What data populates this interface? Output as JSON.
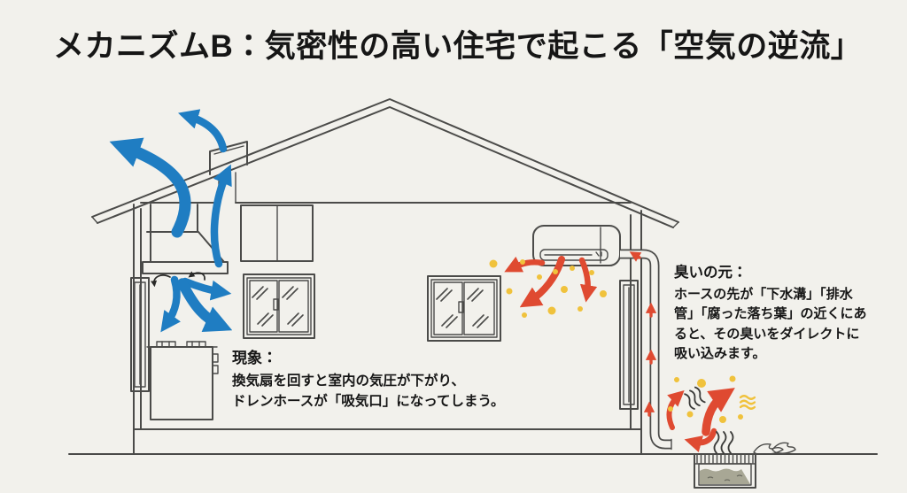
{
  "title": "メカニズムB：気密性の高い住宅で起こる「空気の逆流」",
  "annotations": {
    "phenomenon": {
      "heading": "現象：",
      "line1": "換気扇を回すと室内の気圧が下がり、",
      "line2": "ドレンホースが「吸気口」になってしまう。"
    },
    "odor_source": {
      "heading": "臭いの元：",
      "body": "ホースの先が「下水溝」「排水管」「腐った落ち葉」の近くにあると、その臭いをダイレクトに吸い込みます。"
    }
  },
  "colors": {
    "bg": "#f2f1ec",
    "line": "#4b4b49",
    "text": "#161616",
    "blue": "#1f7dc2",
    "red": "#df4a31",
    "yellow": "#f0c23c",
    "water": "#a8a795"
  },
  "diagram": {
    "elements": [
      "house-cross-section",
      "roof-vent",
      "range-hood",
      "gas-stove",
      "sliding-window",
      "air-conditioner",
      "drain-hose",
      "drain-gutter",
      "dead-leaves",
      "blue-exhaust-airflow",
      "red-odor-airflow",
      "odor-particles"
    ]
  }
}
